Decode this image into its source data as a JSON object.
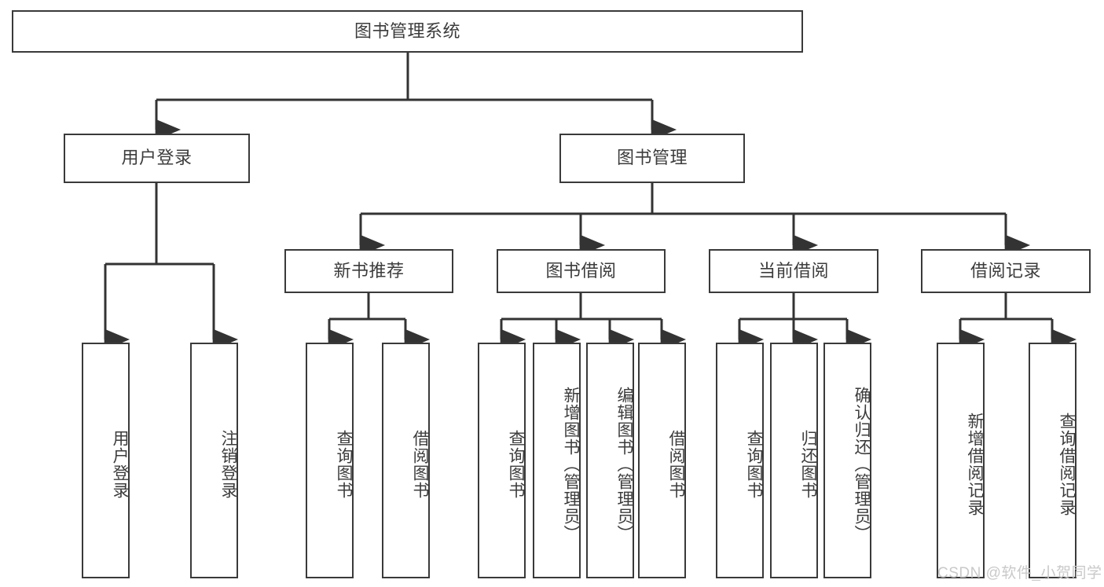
{
  "diagram": {
    "title": "图书管理系统",
    "type": "tree",
    "colors": {
      "border": "#3a3a3a",
      "text": "#3c3c3c",
      "background": "#ffffff",
      "edge": "#333333",
      "watermark": "#c9c9c9"
    },
    "watermark": "CSDN @软件_小贺同学",
    "nodes": {
      "root": {
        "label": "图书管理系统"
      },
      "level1": [
        {
          "label": "用户登录"
        },
        {
          "label": "图书管理"
        }
      ],
      "level2": [
        {
          "label": "新书推荐"
        },
        {
          "label": "图书借阅"
        },
        {
          "label": "当前借阅"
        },
        {
          "label": "借阅记录"
        }
      ],
      "leaves": {
        "user_login": [
          {
            "label": "用户登录"
          },
          {
            "label": "注销登录"
          }
        ],
        "new_book_recommend": [
          {
            "label": "查询图书"
          },
          {
            "label": "借阅图书"
          }
        ],
        "book_borrow": [
          {
            "label": "查询图书"
          },
          {
            "label": "新增图书（管理员）"
          },
          {
            "label": "编辑图书（管理员）"
          },
          {
            "label": "借阅图书"
          }
        ],
        "current_borrow": [
          {
            "label": "查询图书"
          },
          {
            "label": "归还图书"
          },
          {
            "label": "确认归还（管理员）"
          }
        ],
        "borrow_record": [
          {
            "label": "新增借阅记录"
          },
          {
            "label": "查询借阅记录"
          }
        ]
      }
    }
  }
}
